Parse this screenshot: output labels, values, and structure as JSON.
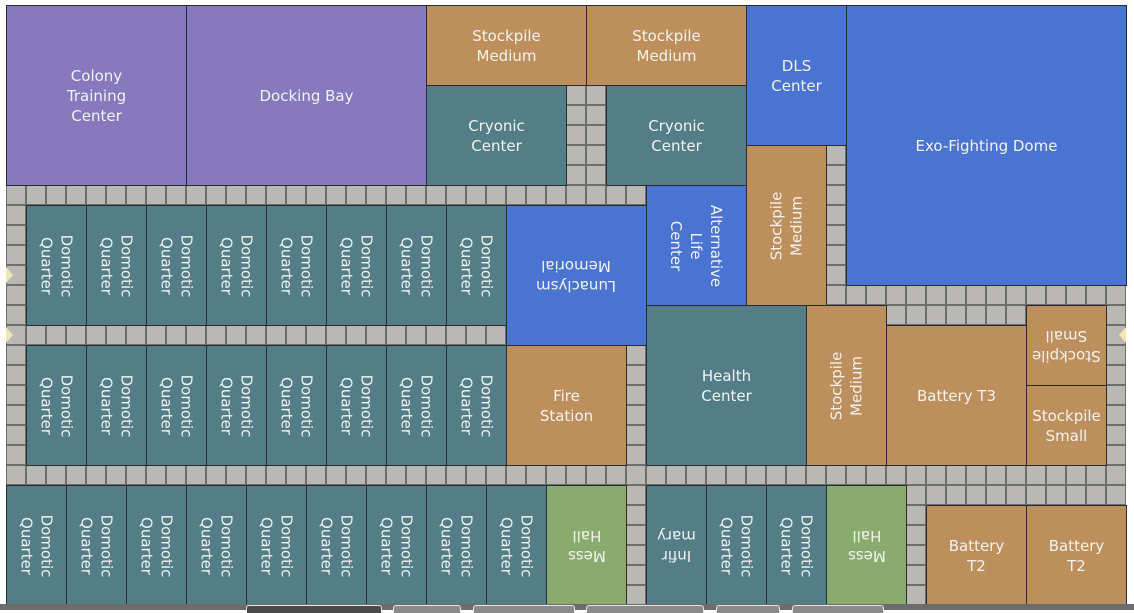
{
  "colors": {
    "purple": "#8679bd",
    "brown": "#bd8f5d",
    "teal": "#537e88",
    "blue": "#4a74d1",
    "green": "#89ac6e",
    "corridor": "#b9b8b4"
  },
  "buildings": [
    {
      "name": "Colony\nTraining\nCenter",
      "type": "purple",
      "c": 0,
      "r": 0,
      "w": 9,
      "h": 9,
      "rot": 0
    },
    {
      "name": "Docking Bay",
      "type": "purple",
      "c": 9,
      "r": 0,
      "w": 12,
      "h": 9,
      "rot": 0
    },
    {
      "name": "Stockpile\nMedium",
      "type": "brown",
      "c": 21,
      "r": 0,
      "w": 8,
      "h": 4,
      "rot": 0
    },
    {
      "name": "Stockpile\nMedium",
      "type": "brown",
      "c": 29,
      "r": 0,
      "w": 8,
      "h": 4,
      "rot": 0
    },
    {
      "name": "Cryonic\nCenter",
      "type": "teal",
      "c": 21,
      "r": 4,
      "w": 7,
      "h": 5,
      "rot": 0
    },
    {
      "name": "Cryonic\nCenter",
      "type": "teal",
      "c": 30,
      "r": 4,
      "w": 7,
      "h": 5,
      "rot": 0
    },
    {
      "name": "DLS\nCenter",
      "type": "blue",
      "c": 37,
      "r": 0,
      "w": 5,
      "h": 7,
      "rot": 0
    },
    {
      "name": "Exo-Fighting Dome",
      "type": "blue",
      "c": 42,
      "r": 0,
      "w": 14,
      "h": 14,
      "rot": 0
    },
    {
      "name": "Stockpile\nMedium",
      "type": "brown",
      "c": 37,
      "r": 7,
      "w": 4,
      "h": 8,
      "rot": 270
    },
    {
      "name": "Alternative\nLife\nCenter",
      "type": "blue",
      "c": 32,
      "r": 9,
      "w": 5,
      "h": 6,
      "rot": 90
    },
    {
      "name": "Lunaclysm\nMemorial",
      "type": "blue",
      "c": 25,
      "r": 10,
      "w": 7,
      "h": 7,
      "rot": 180
    },
    {
      "name": "Domotic\nQuarter",
      "type": "teal",
      "c": 1,
      "r": 10,
      "w": 3,
      "h": 6,
      "rot": 90
    },
    {
      "name": "Domotic\nQuarter",
      "type": "teal",
      "c": 4,
      "r": 10,
      "w": 3,
      "h": 6,
      "rot": 90
    },
    {
      "name": "Domotic\nQuarter",
      "type": "teal",
      "c": 7,
      "r": 10,
      "w": 3,
      "h": 6,
      "rot": 90
    },
    {
      "name": "Domotic\nQuarter",
      "type": "teal",
      "c": 10,
      "r": 10,
      "w": 3,
      "h": 6,
      "rot": 90
    },
    {
      "name": "Domotic\nQuarter",
      "type": "teal",
      "c": 13,
      "r": 10,
      "w": 3,
      "h": 6,
      "rot": 90
    },
    {
      "name": "Domotic\nQuarter",
      "type": "teal",
      "c": 16,
      "r": 10,
      "w": 3,
      "h": 6,
      "rot": 90
    },
    {
      "name": "Domotic\nQuarter",
      "type": "teal",
      "c": 19,
      "r": 10,
      "w": 3,
      "h": 6,
      "rot": 90
    },
    {
      "name": "Domotic\nQuarter",
      "type": "teal",
      "c": 22,
      "r": 10,
      "w": 3,
      "h": 6,
      "rot": 90
    },
    {
      "name": "Domotic\nQuarter",
      "type": "teal",
      "c": 1,
      "r": 17,
      "w": 3,
      "h": 6,
      "rot": 90
    },
    {
      "name": "Domotic\nQuarter",
      "type": "teal",
      "c": 4,
      "r": 17,
      "w": 3,
      "h": 6,
      "rot": 90
    },
    {
      "name": "Domotic\nQuarter",
      "type": "teal",
      "c": 7,
      "r": 17,
      "w": 3,
      "h": 6,
      "rot": 90
    },
    {
      "name": "Domotic\nQuarter",
      "type": "teal",
      "c": 10,
      "r": 17,
      "w": 3,
      "h": 6,
      "rot": 90
    },
    {
      "name": "Domotic\nQuarter",
      "type": "teal",
      "c": 13,
      "r": 17,
      "w": 3,
      "h": 6,
      "rot": 90
    },
    {
      "name": "Domotic\nQuarter",
      "type": "teal",
      "c": 16,
      "r": 17,
      "w": 3,
      "h": 6,
      "rot": 90
    },
    {
      "name": "Domotic\nQuarter",
      "type": "teal",
      "c": 19,
      "r": 17,
      "w": 3,
      "h": 6,
      "rot": 90
    },
    {
      "name": "Domotic\nQuarter",
      "type": "teal",
      "c": 22,
      "r": 17,
      "w": 3,
      "h": 6,
      "rot": 90
    },
    {
      "name": "Fire\nStation",
      "type": "brown",
      "c": 25,
      "r": 17,
      "w": 6,
      "h": 6,
      "rot": 0
    },
    {
      "name": "Health\nCenter",
      "type": "teal",
      "c": 32,
      "r": 15,
      "w": 8,
      "h": 8,
      "rot": 0
    },
    {
      "name": "Stockpile\nMedium",
      "type": "brown",
      "c": 40,
      "r": 15,
      "w": 4,
      "h": 8,
      "rot": 270
    },
    {
      "name": "Battery T3",
      "type": "brown",
      "c": 44,
      "r": 16,
      "w": 7,
      "h": 7,
      "rot": 0
    },
    {
      "name": "Stockpile\nSmall",
      "type": "brown",
      "c": 51,
      "r": 15,
      "w": 4,
      "h": 4,
      "rot": 180
    },
    {
      "name": "Stockpile\nSmall",
      "type": "brown",
      "c": 51,
      "r": 19,
      "w": 4,
      "h": 4,
      "rot": 0
    },
    {
      "name": "Domotic\nQuarter",
      "type": "teal",
      "c": 0,
      "r": 24,
      "w": 3,
      "h": 6,
      "rot": 90
    },
    {
      "name": "Domotic\nQuarter",
      "type": "teal",
      "c": 3,
      "r": 24,
      "w": 3,
      "h": 6,
      "rot": 90
    },
    {
      "name": "Domotic\nQuarter",
      "type": "teal",
      "c": 6,
      "r": 24,
      "w": 3,
      "h": 6,
      "rot": 90
    },
    {
      "name": "Domotic\nQuarter",
      "type": "teal",
      "c": 9,
      "r": 24,
      "w": 3,
      "h": 6,
      "rot": 90
    },
    {
      "name": "Domotic\nQuarter",
      "type": "teal",
      "c": 12,
      "r": 24,
      "w": 3,
      "h": 6,
      "rot": 90
    },
    {
      "name": "Domotic\nQuarter",
      "type": "teal",
      "c": 15,
      "r": 24,
      "w": 3,
      "h": 6,
      "rot": 90
    },
    {
      "name": "Domotic\nQuarter",
      "type": "teal",
      "c": 18,
      "r": 24,
      "w": 3,
      "h": 6,
      "rot": 90
    },
    {
      "name": "Domotic\nQuarter",
      "type": "teal",
      "c": 21,
      "r": 24,
      "w": 3,
      "h": 6,
      "rot": 90
    },
    {
      "name": "Domotic\nQuarter",
      "type": "teal",
      "c": 24,
      "r": 24,
      "w": 3,
      "h": 6,
      "rot": 90
    },
    {
      "name": "Mess\nHall",
      "type": "green",
      "c": 27,
      "r": 24,
      "w": 4,
      "h": 6,
      "rot": 180
    },
    {
      "name": "Infir\nmary",
      "type": "teal",
      "c": 32,
      "r": 24,
      "w": 3,
      "h": 6,
      "rot": 180
    },
    {
      "name": "Domotic\nQuarter",
      "type": "teal",
      "c": 35,
      "r": 24,
      "w": 3,
      "h": 6,
      "rot": 90
    },
    {
      "name": "Domotic\nQuarter",
      "type": "teal",
      "c": 38,
      "r": 24,
      "w": 3,
      "h": 6,
      "rot": 90
    },
    {
      "name": "Mess\nHall",
      "type": "green",
      "c": 41,
      "r": 24,
      "w": 4,
      "h": 6,
      "rot": 180
    },
    {
      "name": "Battery\nT2",
      "type": "brown",
      "c": 46,
      "r": 25,
      "w": 5,
      "h": 5,
      "rot": 0
    },
    {
      "name": "Battery\nT2",
      "type": "brown",
      "c": 51,
      "r": 25,
      "w": 5,
      "h": 5,
      "rot": 0
    }
  ],
  "edge_arrows": [
    {
      "side": "left",
      "r": 13
    },
    {
      "side": "left",
      "r": 16
    },
    {
      "side": "right",
      "r": 16
    }
  ],
  "bottom_tabs": [
    {
      "active": true
    },
    {
      "active": false
    },
    {
      "active": false
    },
    {
      "active": false
    },
    {
      "active": false
    },
    {
      "active": false
    }
  ]
}
